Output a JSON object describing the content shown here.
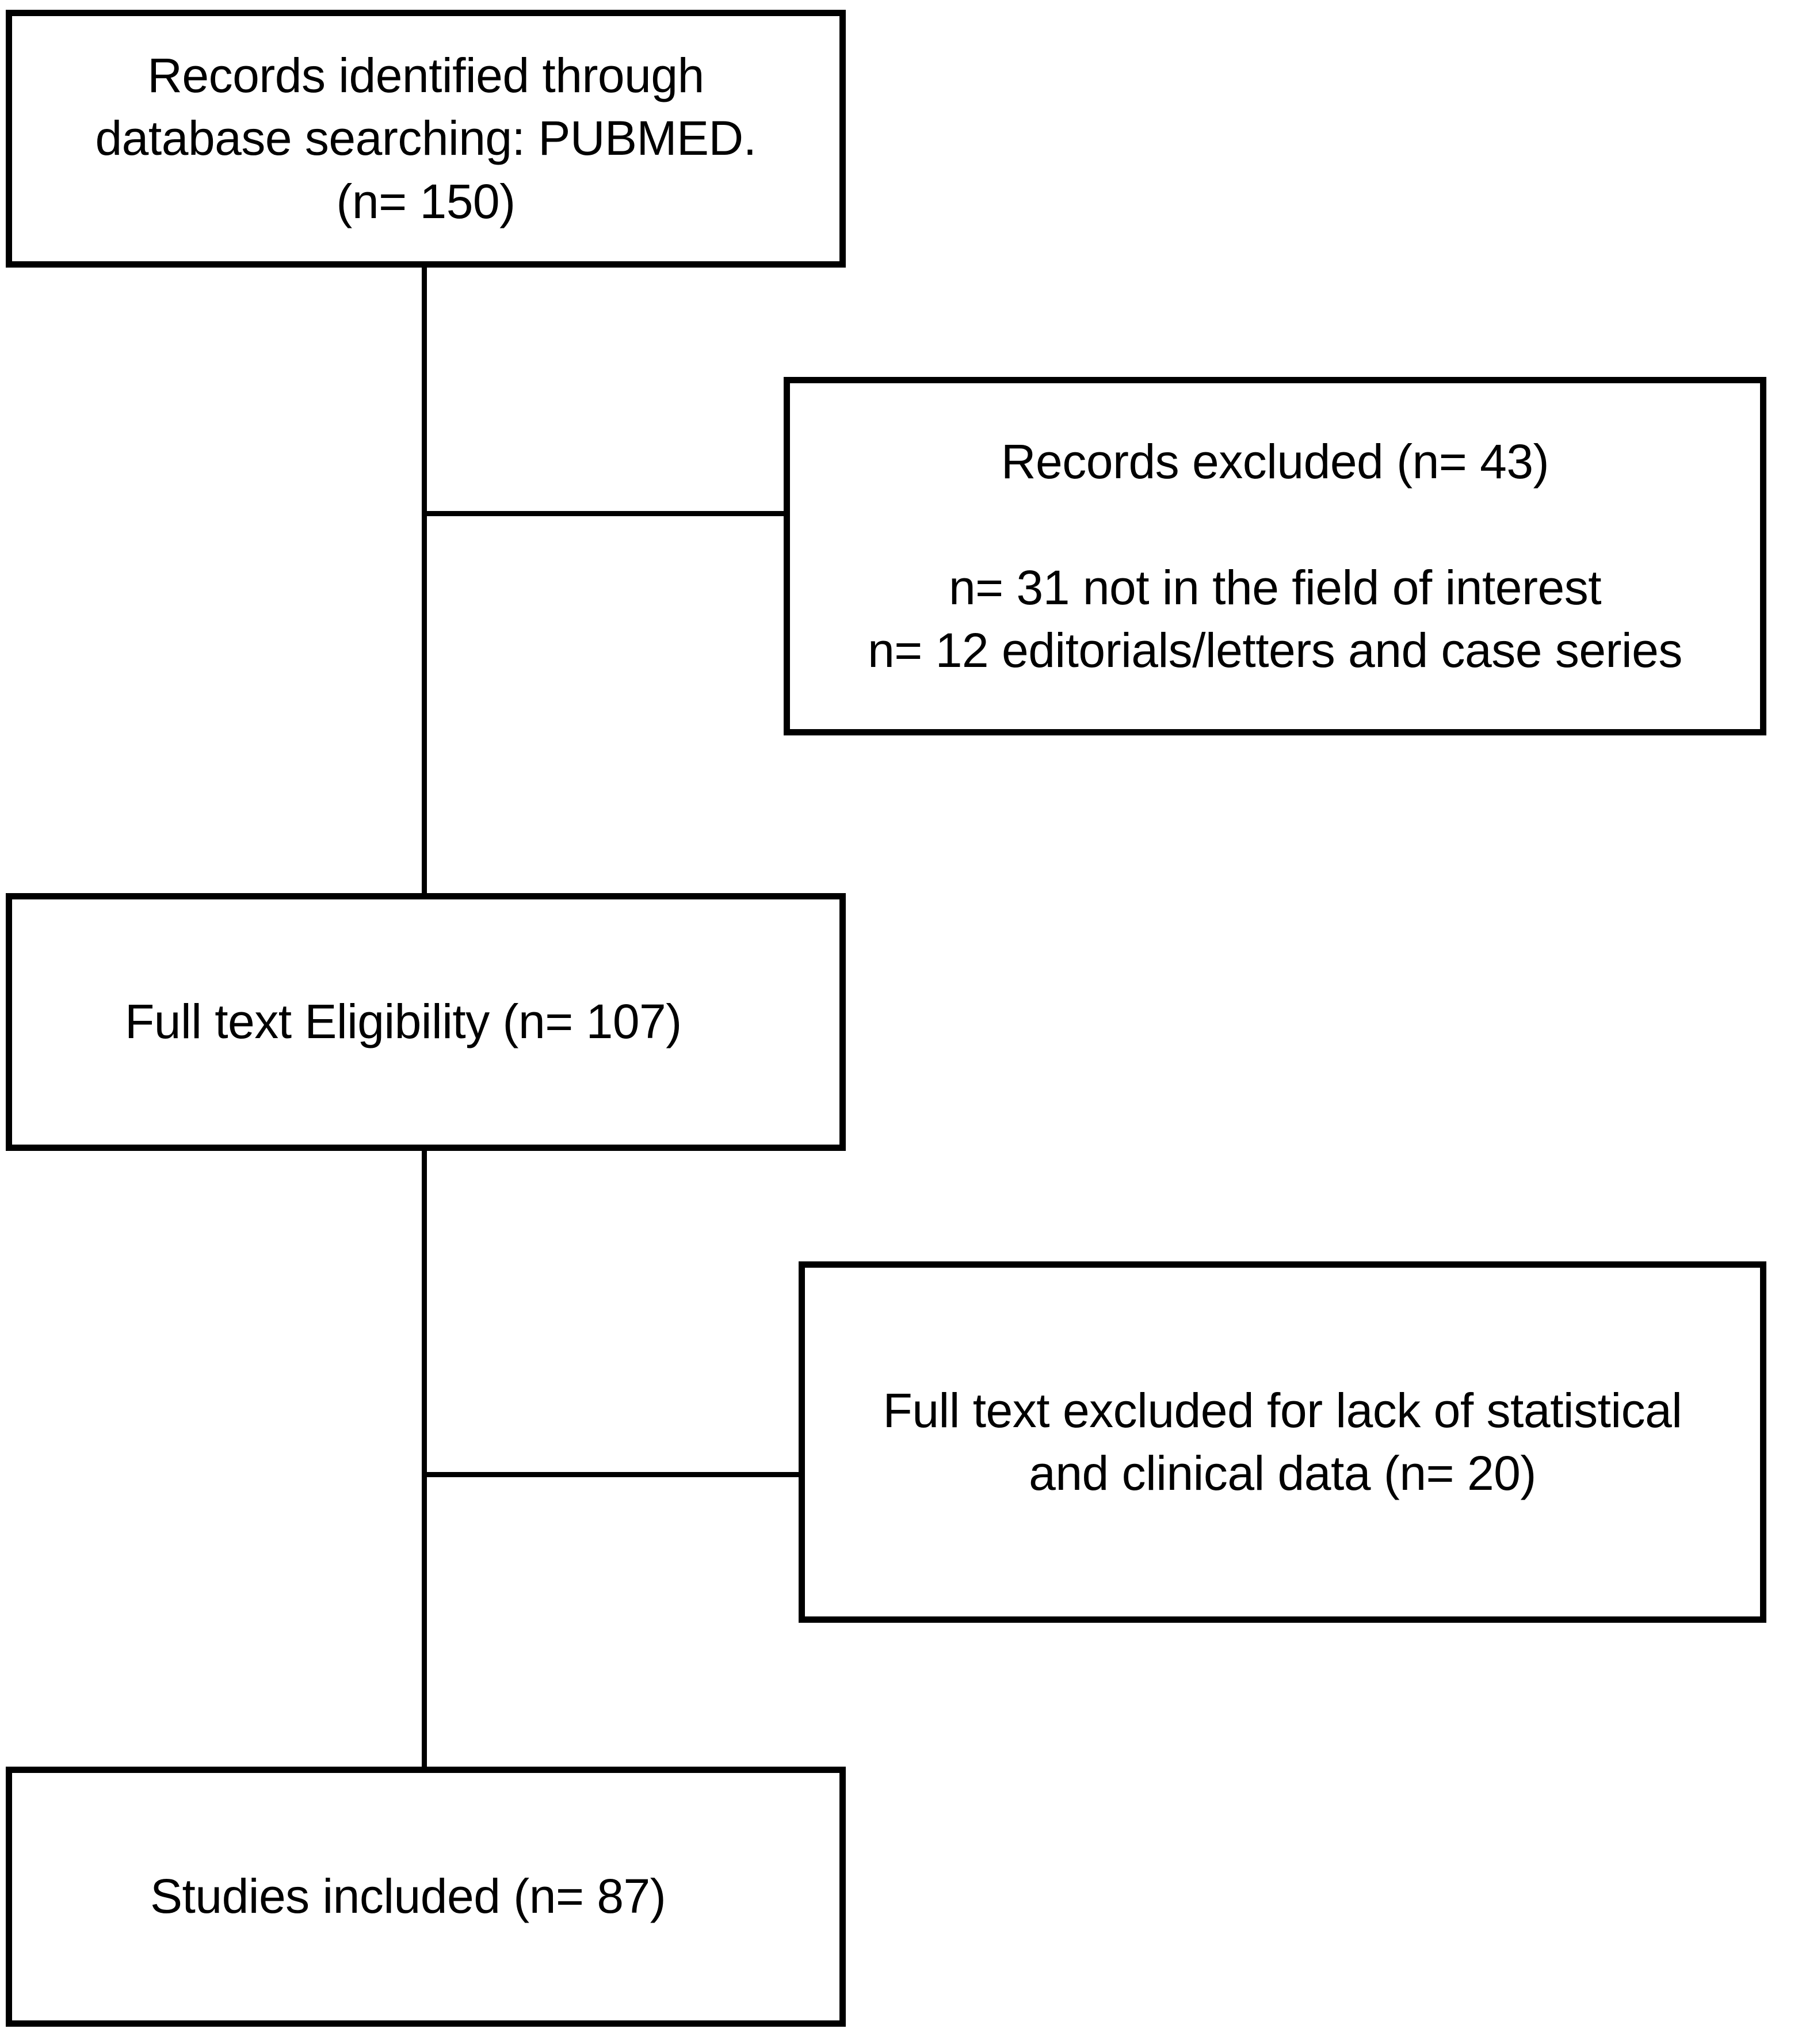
{
  "diagram": {
    "type": "prisma-flow-diagram",
    "colors": {
      "background": "#ffffff",
      "border": "#000000",
      "text": "#000000",
      "connector": "#000000"
    },
    "nodes": [
      {
        "id": "records-identified",
        "lines": [
          "Records identified through",
          "database searching: PUBMED.",
          "(n= 150)"
        ],
        "count_label": "(n= 150)",
        "count": 150
      },
      {
        "id": "records-excluded",
        "heading": "Records excluded (n= 43)",
        "count": 43,
        "reasons": [
          "n= 31 not in the field of interest",
          "n= 12 editorials/letters and case series"
        ],
        "reason_counts": [
          31,
          12
        ]
      },
      {
        "id": "full-text-eligibility",
        "lines": [
          "Full text Eligibility (n= 107)"
        ],
        "count": 107
      },
      {
        "id": "full-text-excluded",
        "lines": [
          "Full text excluded for lack of statistical",
          "and clinical data (n= 20)"
        ],
        "count": 20
      },
      {
        "id": "studies-included",
        "lines": [
          "Studies included (n= 87)"
        ],
        "count": 87
      }
    ]
  }
}
